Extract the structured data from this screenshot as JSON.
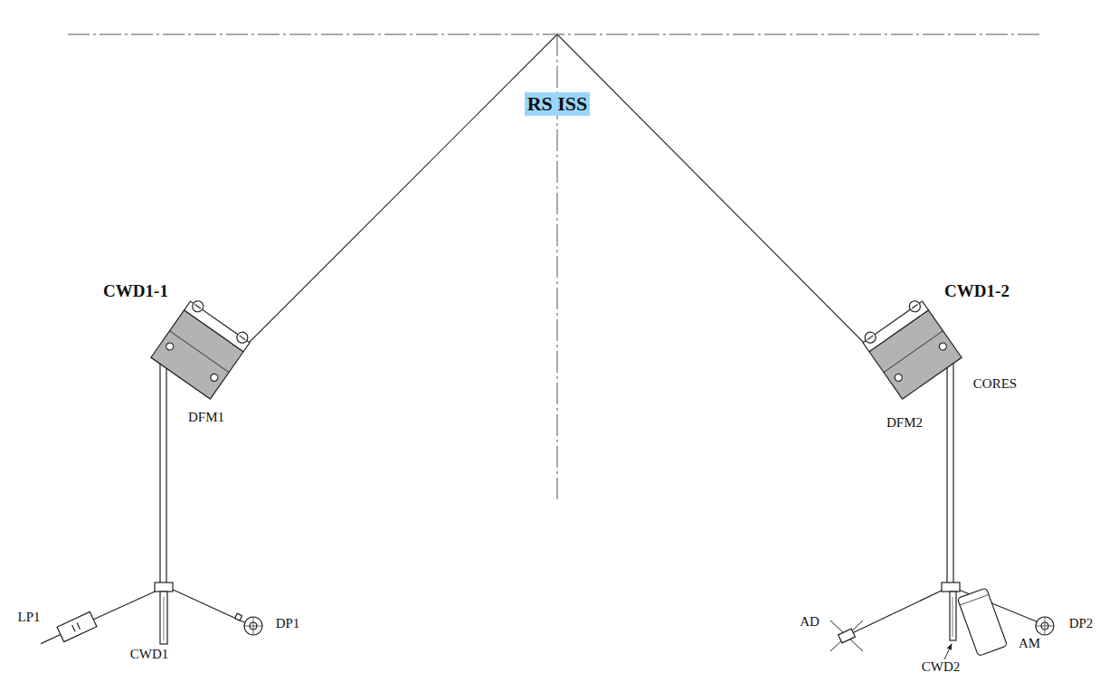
{
  "diagram": {
    "nodes": [
      {
        "text": [
          "RS ISS"
        ]
      }
    ],
    "labels": [
      "CWD1-1",
      "CWD1-2",
      "DFM1",
      "DFM2",
      "CORES",
      "LP1",
      "CWD1",
      "DP1",
      "AD",
      "CWD2",
      "AM",
      "DP2"
    ]
  }
}
